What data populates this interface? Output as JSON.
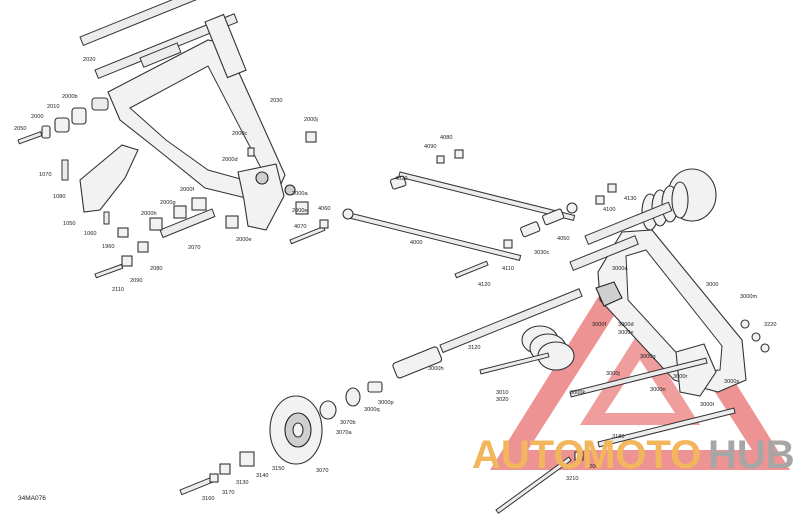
{
  "drawing_id": "34MA076",
  "watermark": {
    "word_left": "AUTO",
    "word_mid": "MOTO",
    "word_right": "HUB",
    "color_left": "#f2b75c",
    "color_mid": "#f2b75c",
    "color_right": "#a6a6a6",
    "triangle_color": "#e03b3b"
  },
  "callouts": {
    "p2020": "2020",
    "p2030": "2030",
    "p2000b": "2000b",
    "p2010": "2010",
    "p2000": "2000",
    "p2050": "2050",
    "p2000j": "2000j",
    "p2000c": "2000c",
    "p2000d": "2000d",
    "p1070": "1070",
    "p1080": "1080",
    "p1050": "1050",
    "p1060": "1060",
    "p1960": "1960",
    "p2000f": "2000f",
    "p2000g": "2000g",
    "p2000h": "2000h",
    "p2000a": "2000a",
    "p2000e": "2000e",
    "p2070": "2070",
    "p2080": "2080",
    "p2090": "2090",
    "p2110": "2110",
    "p4070": "4070",
    "p4060": "4060",
    "p4020": "4020",
    "p4080": "4080",
    "p4090": "4090",
    "p4000": "4000",
    "p4110": "4110",
    "p4120": "4120",
    "p3030c": "3030c",
    "p4050": "4050",
    "p4100": "4100",
    "p4130": "4130",
    "p3000": "3000",
    "p3000a": "3000a",
    "p3000m": "3000m",
    "p3220": "3220",
    "p3000s": "3000s",
    "p3000f": "3000f",
    "p3000d": "3000d",
    "p3000e": "3000e",
    "p3000g": "3000g",
    "p3000j": "3000j",
    "p3000k": "3000k",
    "p3000n": "3000n",
    "p3000r": "3000r",
    "p3000t": "3000t",
    "p3000h": "3000h",
    "p3010": "3010",
    "p3020": "3020",
    "p3120": "3120",
    "p3000i": "3000i",
    "p3000p": "3000p",
    "p3000q": "3000q",
    "p3070b": "3070b",
    "p3070a": "3070a",
    "p3180": "3180",
    "p3200": "3200",
    "p3210": "3210",
    "p3150": "3150",
    "p3070": "3070",
    "p3140": "3140",
    "p3130": "3130",
    "p3170": "3170",
    "p3160": "3160"
  }
}
